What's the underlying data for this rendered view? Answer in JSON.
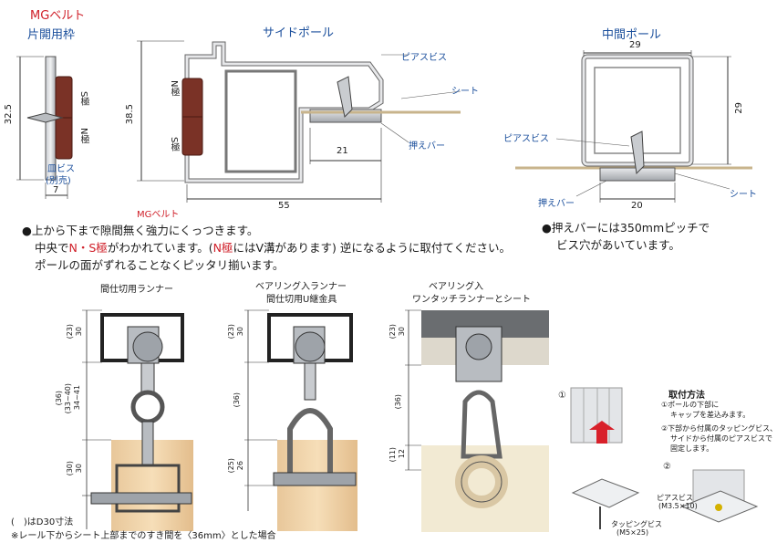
{
  "top": {
    "mg_belt_title": "MGベルト",
    "single_frame_title": "片開用枠",
    "side_pole_title": "サイドポール",
    "middle_pole_title": "中間ポール",
    "dim_32_5": "32.5",
    "dim_7": "7",
    "dim_38_5": "38.5",
    "dim_55": "55",
    "dim_21": "21",
    "dim_29_w": "29",
    "dim_29_h": "29",
    "dim_20": "20",
    "s_pole": "S極",
    "n_pole": "N極",
    "s_pole_2": "S極",
    "n_pole_2": "N極",
    "countersunk_screw": "皿ビス",
    "sold_separately": "(別売)",
    "mg_belt_label": "MGベルト",
    "pierce_screw_1": "ピアスビス",
    "sheet_1": "シート",
    "press_bar_1": "押えバー",
    "pierce_screw_2": "ピアスビス",
    "press_bar_2": "押えバー",
    "sheet_2": "シート"
  },
  "notes": {
    "line1": "上から下まで隙間無く強力にくっつきます。",
    "line2_a": "中央で",
    "line2_red": "N・S極",
    "line2_b": "がわかれています。(",
    "line2_red2": "N極",
    "line2_c": "にはV溝があります) 逆になるように取付てください。",
    "line3": "ポールの面がずれることなくピッタリ揃います。",
    "right_line1": "押えバーには350mmピッチで",
    "right_line2": "ビス穴があいています。",
    "bullet": "●"
  },
  "bottom": {
    "runner1_title": "間仕切用ランナー",
    "runner2_title_1": "ベアリング入ランナー",
    "runner2_title_2": "間仕切用U継金具",
    "runner3_title_1": "ベアリング入",
    "runner3_title_2": "ワンタッチランナーとシート",
    "d1_a": "(23)",
    "d1_b": "30",
    "d2_a": "(36)",
    "d2_b": "(33~40)",
    "d2_c": "34~41",
    "d3_a": "(30)",
    "d3_b": "30",
    "e1_a": "(23)",
    "e1_b": "30",
    "e2_a": "(36)",
    "e3_a": "(25)",
    "e3_b": "26",
    "f1_a": "(23)",
    "f1_b": "30",
    "f2_a": "(36)",
    "f3_a": "(11)",
    "f3_b": "12",
    "footnote1": "(　)はD30寸法",
    "footnote2": "※レール下からシート上部までのすき間を〈36mm〉とした場合"
  },
  "install": {
    "title": "取付方法",
    "step1_num": "①",
    "step1_a": "①ポールの下部に",
    "step1_b": "キャップを差込みます。",
    "step2_a": "②下部から付属のタッピングビス、",
    "step2_b": "サイドから付属のピアスビスで",
    "step2_c": "固定します。",
    "step2_num": "②",
    "tapping_screw": "タッピングビス",
    "tapping_size": "(M5×25)",
    "pierce_screw": "ピアスビス",
    "pierce_size": "(M3.5×10)"
  }
}
